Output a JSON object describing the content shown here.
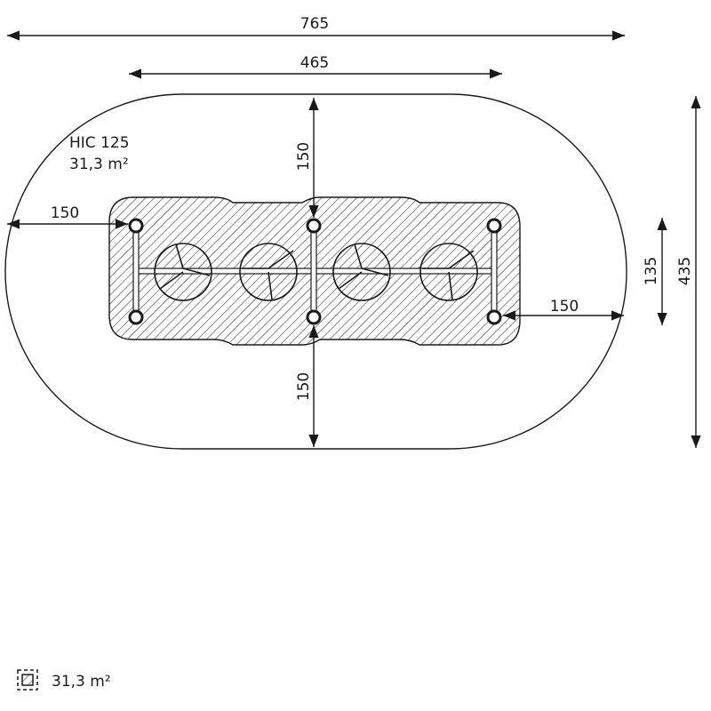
{
  "dimensions": {
    "overall_width": "765",
    "inner_width": "465",
    "top_clearance": "150",
    "left_clearance": "150",
    "right_clearance": "150",
    "bottom_clearance": "150",
    "equipment_depth": "135",
    "overall_depth": "435"
  },
  "label": {
    "hic": "HIC 125",
    "area": "31,3 m²"
  },
  "legend": {
    "icon": "hatched-area-icon",
    "area": "31,3 m²"
  },
  "colors": {
    "line": "#1a1a1a",
    "background": "#ffffff"
  }
}
